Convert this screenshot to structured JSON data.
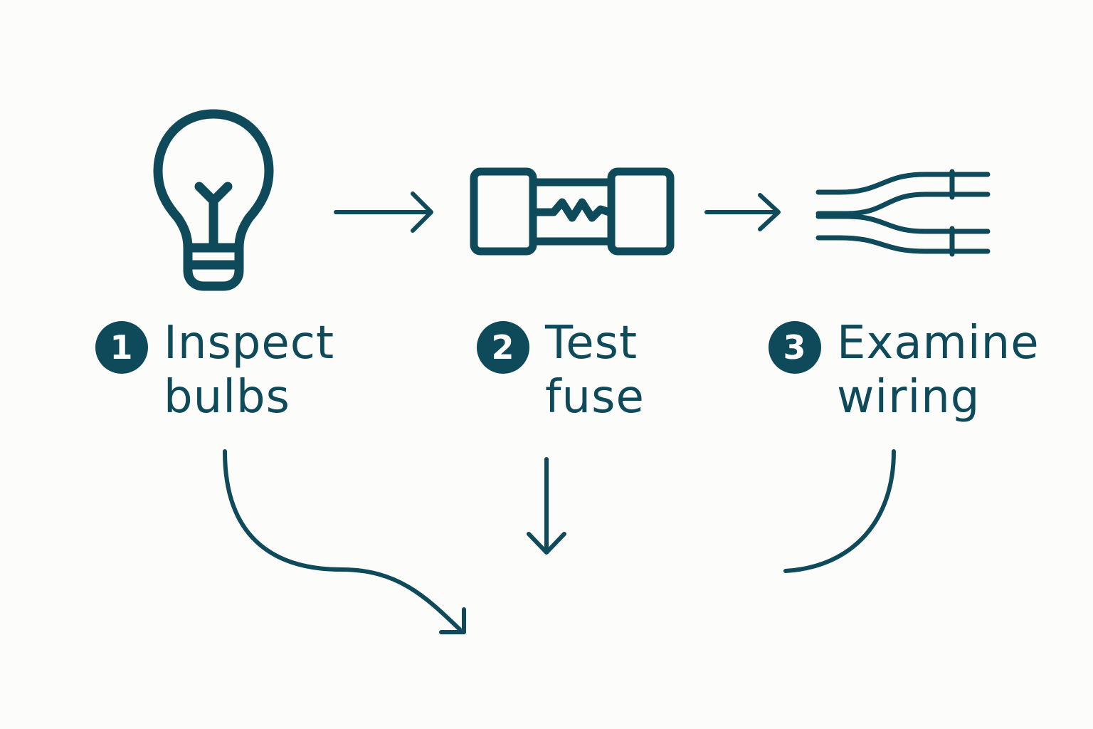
{
  "colors": {
    "ink": "#0e4a5a",
    "background": "#fcfcfa",
    "badge_text": "#ffffff"
  },
  "steps": [
    {
      "number": "1",
      "line1": "Inspect",
      "line2": "bulbs",
      "icon": "light-bulb-icon"
    },
    {
      "number": "2",
      "line1": "Test",
      "line2": "fuse",
      "icon": "fuse-icon"
    },
    {
      "number": "3",
      "line1": "Examine",
      "line2": "wiring",
      "icon": "wiring-icon"
    }
  ]
}
